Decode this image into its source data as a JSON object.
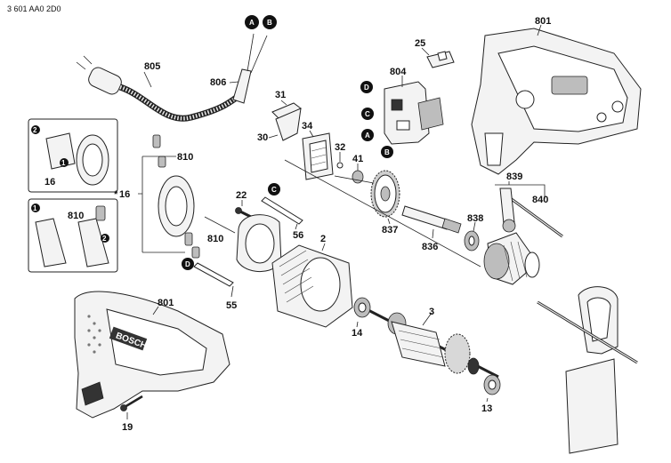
{
  "document_code": "3 601 AA0 2D0",
  "connector_letters": [
    "A",
    "B",
    "C",
    "D"
  ],
  "part_numbers": {
    "p801_top": "801",
    "p25": "25",
    "p804": "804",
    "p805": "805",
    "p806": "806",
    "p31": "31",
    "p34": "34",
    "p30": "30",
    "p32": "32",
    "p41": "41",
    "p810_top": "810",
    "p16_small": "16",
    "p16_star": "16",
    "p810_inset": "810",
    "p22": "22",
    "p56": "56",
    "p810_low": "810",
    "p2": "2",
    "p839": "839",
    "p840": "840",
    "p837": "837",
    "p838": "838",
    "p836": "836",
    "p55": "55",
    "p801_bottom": "801",
    "p3": "3",
    "p14": "14",
    "p13": "13",
    "p19": "19"
  }
}
